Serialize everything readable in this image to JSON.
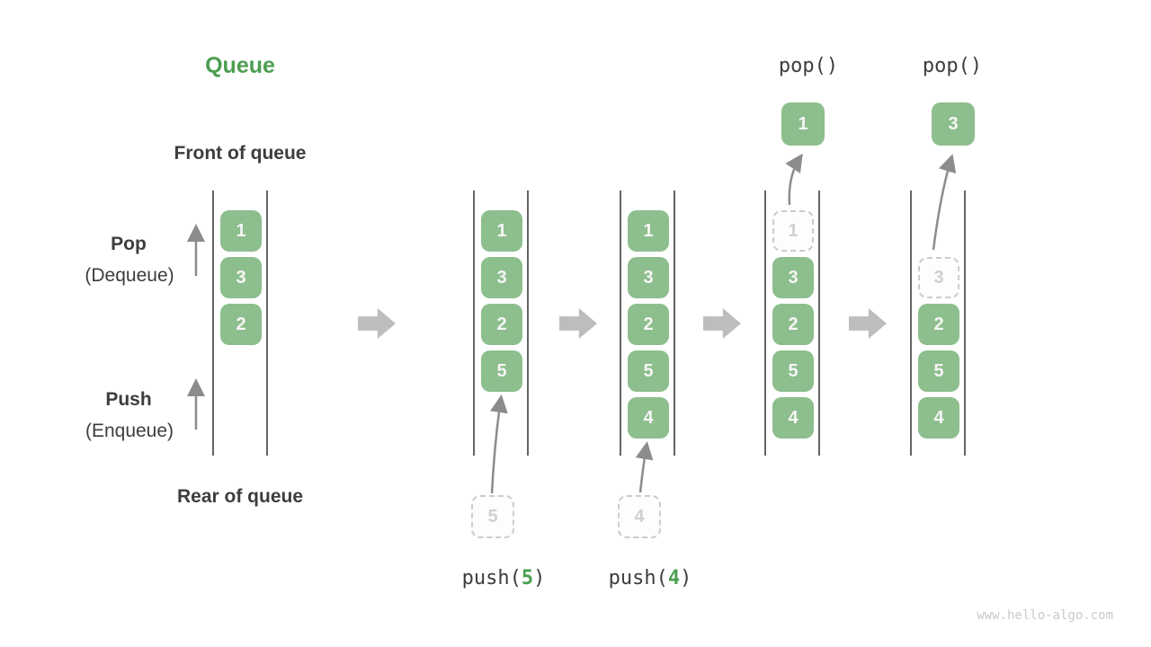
{
  "title": "Queue",
  "labels": {
    "front": "Front of queue",
    "rear": "Rear of queue",
    "pop": "Pop",
    "pop_sub": "(Dequeue)",
    "push": "Push",
    "push_sub": "(Enqueue)"
  },
  "queues": [
    {
      "name": "initial",
      "slots": [
        {
          "row": 0,
          "value": "1",
          "style": "solid"
        },
        {
          "row": 1,
          "value": "3",
          "style": "solid"
        },
        {
          "row": 2,
          "value": "2",
          "style": "solid"
        }
      ]
    },
    {
      "name": "after-push-5",
      "slots": [
        {
          "row": 0,
          "value": "1",
          "style": "solid"
        },
        {
          "row": 1,
          "value": "3",
          "style": "solid"
        },
        {
          "row": 2,
          "value": "2",
          "style": "solid"
        },
        {
          "row": 3,
          "value": "5",
          "style": "solid"
        }
      ]
    },
    {
      "name": "after-push-4",
      "slots": [
        {
          "row": 0,
          "value": "1",
          "style": "solid"
        },
        {
          "row": 1,
          "value": "3",
          "style": "solid"
        },
        {
          "row": 2,
          "value": "2",
          "style": "solid"
        },
        {
          "row": 3,
          "value": "5",
          "style": "solid"
        },
        {
          "row": 4,
          "value": "4",
          "style": "solid"
        }
      ]
    },
    {
      "name": "after-pop-1",
      "slots": [
        {
          "row": 0,
          "value": "1",
          "style": "dashed"
        },
        {
          "row": 1,
          "value": "3",
          "style": "solid"
        },
        {
          "row": 2,
          "value": "2",
          "style": "solid"
        },
        {
          "row": 3,
          "value": "5",
          "style": "solid"
        },
        {
          "row": 4,
          "value": "4",
          "style": "solid"
        }
      ]
    },
    {
      "name": "after-pop-3",
      "slots": [
        {
          "row": 1,
          "value": "3",
          "style": "dashed"
        },
        {
          "row": 2,
          "value": "2",
          "style": "solid"
        },
        {
          "row": 3,
          "value": "5",
          "style": "solid"
        },
        {
          "row": 4,
          "value": "4",
          "style": "solid"
        }
      ]
    }
  ],
  "operations": {
    "push1": {
      "fn": "push(",
      "arg": "5",
      "close": ")",
      "staged_value": "5"
    },
    "push2": {
      "fn": "push(",
      "arg": "4",
      "close": ")",
      "staged_value": "4"
    },
    "pop1": {
      "label": "pop()",
      "popped_value": "1"
    },
    "pop2": {
      "label": "pop()",
      "popped_value": "3"
    }
  },
  "watermark": "www.hello-algo.com",
  "colors": {
    "green_box": "#8dbe8d",
    "green_title": "#4c9e50",
    "gray_arrow": "#bdbdbd",
    "dark_text": "#3d3d3d",
    "dashed_border": "#cccccc",
    "dashed_text": "#d0d0d0",
    "wall": "#646464",
    "thin_arrow": "#8c8c8c",
    "watermark": "#c9c9c9"
  }
}
